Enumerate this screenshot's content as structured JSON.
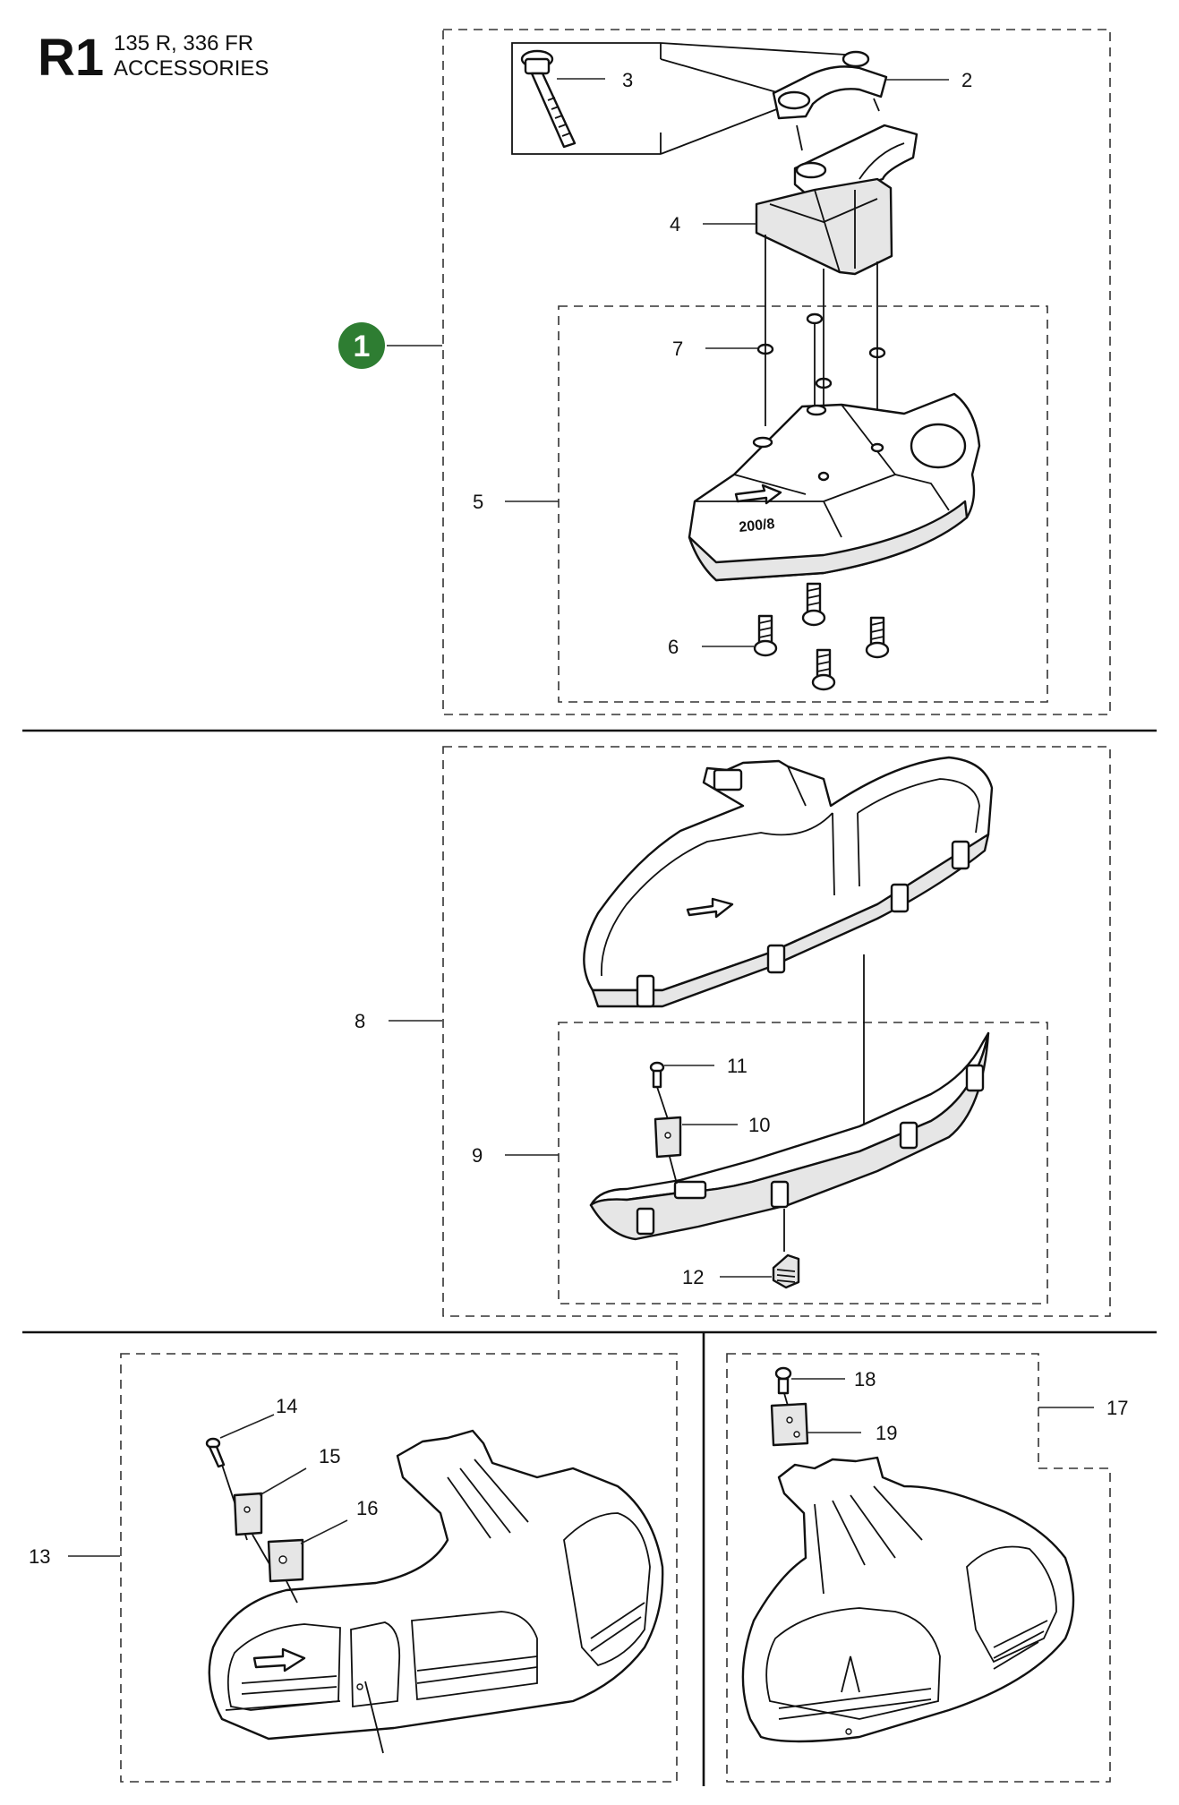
{
  "header": {
    "code": "R1",
    "models": "135 R, 336 FR",
    "title": "ACCESSORIES"
  },
  "badge": {
    "label": "1",
    "color": "#2e7d32"
  },
  "guard_marking": "200/8",
  "callouts": {
    "c2": "2",
    "c3": "3",
    "c4": "4",
    "c5": "5",
    "c6": "6",
    "c7": "7",
    "c8": "8",
    "c9": "9",
    "c10": "10",
    "c11": "11",
    "c12": "12",
    "c13": "13",
    "c14": "14",
    "c15": "15",
    "c16": "16",
    "c17": "17",
    "c18": "18",
    "c19": "19"
  }
}
